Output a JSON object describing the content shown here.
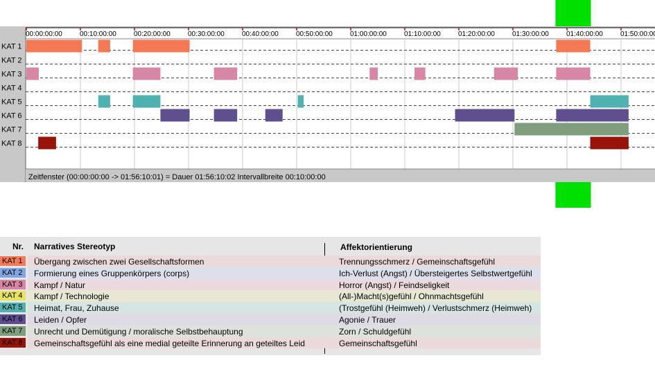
{
  "chart_data": {
    "type": "timeline",
    "time_labels": [
      "00:00:00:00",
      "00:10:00:00",
      "00:20:00:00",
      "00:30:00:00",
      "00:40:00:00",
      "00:50:00:00",
      "01:00:00:00",
      "01:10:00:00",
      "01:20:00:00",
      "01:30:00:00",
      "01:40:00:00",
      "01:50:00:00"
    ],
    "xlim_minutes": [
      0,
      116.17
    ],
    "rows": [
      {
        "label": "KAT 1",
        "color": "#f47a55",
        "intervals": [
          [
            0,
            10.3
          ],
          [
            13.3,
            15.5
          ],
          [
            19.7,
            30.2
          ],
          [
            98,
            104.3
          ]
        ]
      },
      {
        "label": "KAT 2",
        "color": "#7fa7e3",
        "intervals": []
      },
      {
        "label": "KAT 3",
        "color": "#d886a6",
        "intervals": [
          [
            0,
            2.3
          ],
          [
            19.7,
            24.8
          ],
          [
            34.7,
            39
          ],
          [
            63.5,
            65
          ],
          [
            71.8,
            73.8
          ],
          [
            86.5,
            90.9
          ],
          [
            98,
            104.3
          ]
        ]
      },
      {
        "label": "KAT 4",
        "color": "#e6e45c",
        "intervals": []
      },
      {
        "label": "KAT 5",
        "color": "#4fb1b0",
        "intervals": [
          [
            13.3,
            15.5
          ],
          [
            19.7,
            24.8
          ],
          [
            50.2,
            51.3
          ],
          [
            104.3,
            111.4
          ]
        ]
      },
      {
        "label": "KAT 6",
        "color": "#5f4f8f",
        "intervals": [
          [
            24.8,
            30.2
          ],
          [
            34.7,
            39
          ],
          [
            44.2,
            47.4
          ],
          [
            79.3,
            90.3
          ],
          [
            98,
            111.4
          ]
        ]
      },
      {
        "label": "KAT 7",
        "color": "#7f9e7e",
        "intervals": [
          [
            90.3,
            111.4
          ]
        ]
      },
      {
        "label": "KAT 8",
        "color": "#981309",
        "intervals": [
          [
            2.2,
            5.5
          ],
          [
            104.3,
            111.4
          ]
        ]
      }
    ],
    "highlight_interval": [
      98,
      104.3
    ],
    "highlight_color": "#00e000",
    "status": "Zeitfenster (00:00:00:00 -> 01:56:10:01) = Dauer 01:56:10:02    Intervallbreite 00:10:00:00"
  },
  "legend": {
    "header": {
      "nr": "Nr.",
      "stereotyp": "Narratives Stereotyp",
      "affekt": "Affektorientierung"
    },
    "rows": [
      {
        "kat": "KAT 1",
        "color": "#f47a55",
        "rowbg": "#ecd9d9",
        "stereotyp": "Übergang zwischen zwei Gesellschaftsformen",
        "affekt": "Trennungsschmerz / Gemeinschaftsgefühl"
      },
      {
        "kat": "KAT 2",
        "color": "#7fa7e3",
        "rowbg": "#dbe0ea",
        "stereotyp": "Formierung eines Gruppenkörpers (corps)",
        "affekt": "Ich-Verlust (Angst) / Übersteigertes Selbstwertgefühl"
      },
      {
        "kat": "KAT 3",
        "color": "#d886a6",
        "rowbg": "#ead9de",
        "stereotyp": "Kampf / Natur",
        "affekt": "Horror (Angst) / Feindseligkeit"
      },
      {
        "kat": "KAT 4",
        "color": "#e6e45c",
        "rowbg": "#e7e7d3",
        "stereotyp": "Kampf / Technologie",
        "affekt": "(All-)Macht(s)gefühl / Ohnmachtsgefühl"
      },
      {
        "kat": "KAT 5",
        "color": "#4fb1b0",
        "rowbg": "#d6e4e2",
        "stereotyp": "Heimat, Frau, Zuhause",
        "affekt": "(Trostgefühl (Heimweh) / Verlustschmerz (Heimweh)"
      },
      {
        "kat": "KAT 6",
        "color": "#5f4f8f",
        "rowbg": "#dedbe4",
        "stereotyp": "Leiden / Opfer",
        "affekt": "Agonie / Trauer"
      },
      {
        "kat": "KAT 7",
        "color": "#7f9e7e",
        "rowbg": "#dde3dc",
        "stereotyp": "Unrecht und Demütigung / moralische Selbstbehauptung",
        "affekt": "Zorn / Schuldgefühl"
      },
      {
        "kat": "KAT 8",
        "color": "#981309",
        "rowbg": "#ebdada",
        "stereotyp": "Gemeinschaftsgefühl als eine medial geteilte Erinnerung an geteiltes Leid",
        "affekt": "Gemeinschaftsgefühl"
      }
    ]
  }
}
